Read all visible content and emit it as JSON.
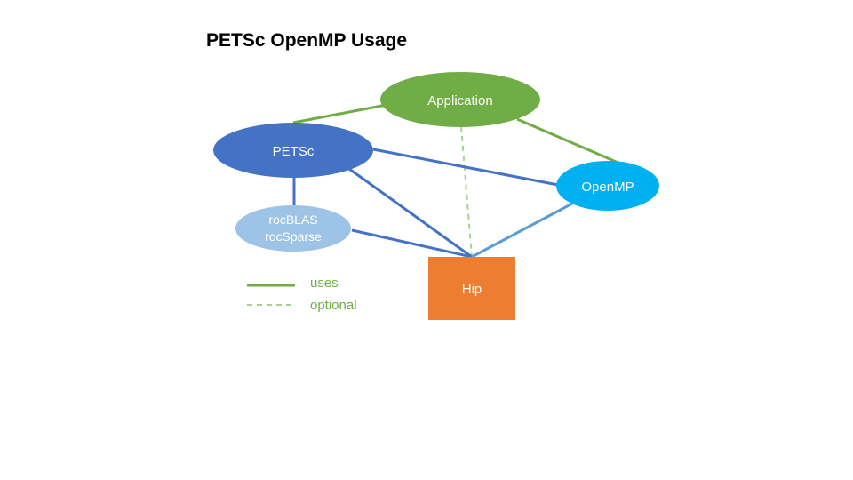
{
  "title": "PETSc OpenMP Usage",
  "nodes": {
    "application": {
      "label": "Application",
      "color": "#70AD47"
    },
    "petsc": {
      "label": "PETSc",
      "color": "#4472C4"
    },
    "openmp": {
      "label": "OpenMP",
      "color": "#00B0F0"
    },
    "rocblas": {
      "line1": "rocBLAS",
      "line2": "rocSparse",
      "color": "#9DC3E6"
    },
    "hip": {
      "label": "Hip",
      "color": "#ED7D31"
    }
  },
  "edge_colors": {
    "uses": "#70AD47",
    "optional": "#A9D18E",
    "petsc_links": "#4472C4",
    "openmp_hip": "#5B9BD5"
  },
  "legend": {
    "uses": "uses",
    "optional": "optional",
    "text_color": "#70AD47"
  }
}
